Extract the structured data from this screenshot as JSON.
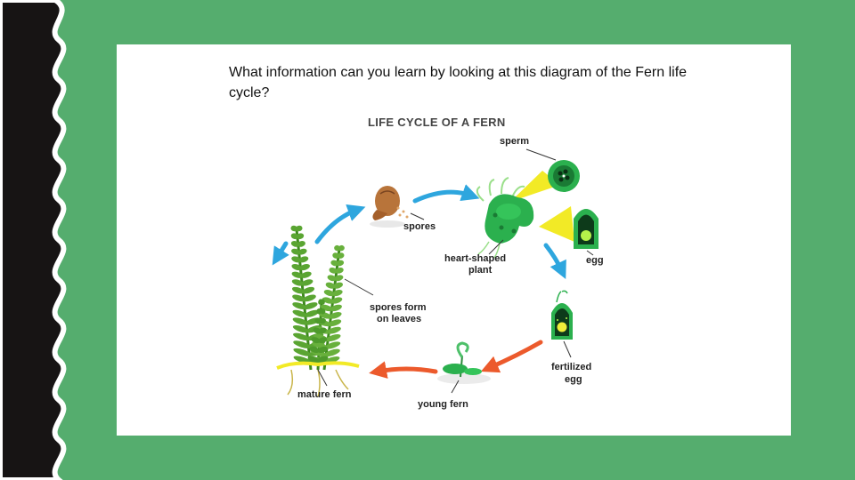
{
  "slide": {
    "question": "What information can you learn by looking at this diagram of the Fern life cycle?"
  },
  "diagram": {
    "title": "LIFE CYCLE OF A FERN",
    "labels": {
      "sperm": "sperm",
      "spores": "spores",
      "heart_line1": "heart-shaped",
      "heart_line2": "plant",
      "egg": "egg",
      "spores_form_line1": "spores form",
      "spores_form_line2": "on leaves",
      "fertilized_line1": "fertilized",
      "fertilized_line2": "egg",
      "mature_fern": "mature fern",
      "young_fern": "young fern"
    }
  },
  "colors": {
    "background": "#55ad6e",
    "left_band": "#171414",
    "wave_edge": "#ffffff",
    "arrow_blue": "#2ea6de",
    "arrow_orange": "#ec5a2c",
    "plant_green": "#2bb04e",
    "frond_green": "#5aa532",
    "spore_brown": "#b8743a",
    "highlight_yellow": "#f2ea26"
  }
}
